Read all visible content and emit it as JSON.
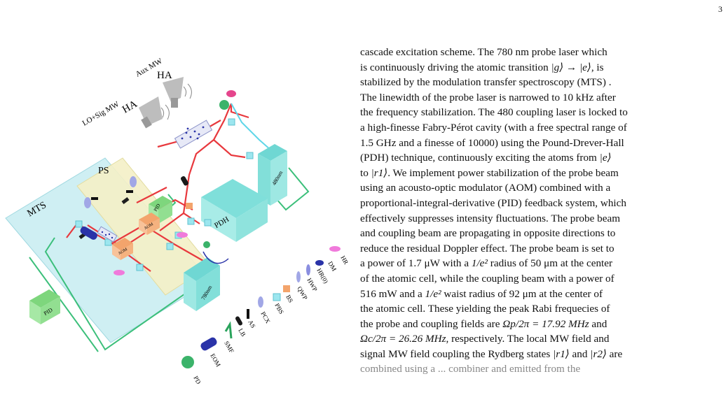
{
  "page_number": "3",
  "colors": {
    "beam": "#e8383d",
    "panel_blue": "#bfe9ef",
    "panel_yellow": "#f4f0c6",
    "box_cyan": "#8fe8e0",
    "pid_green": "#9be39a",
    "aom_orange": "#f5a873",
    "eom_blue": "#2a33a8"
  },
  "figure": {
    "labels": {
      "mts": "MTS",
      "ps": "PS",
      "pdh": "PDH",
      "box_780": "780nm",
      "box_480": "480nm",
      "pid_left": "PID",
      "pid_top": "PID",
      "aom_1": "AOM",
      "aom_2": "AOM",
      "lo_sig_mw": "LO+Sig MW",
      "aux_mw": "Aux MW",
      "ha_1": "HA",
      "ha_2": "HA"
    },
    "legend": [
      "PD",
      "EOM",
      "SMF",
      "LB",
      "AS",
      "PCX",
      "PBS",
      "BS",
      "QWP",
      "HWP",
      "HR(0)",
      "DM",
      "HR"
    ]
  },
  "text": {
    "l1": "cascade excitation scheme. The 780 nm probe laser which",
    "l2a": "is continuously driving the atomic transition ",
    "l2b": "|g⟩ → |e⟩",
    "l2c": ", is",
    "l3": "stabilized by the modulation transfer spectroscopy (MTS) .",
    "l4": "The linewidth of the probe laser is narrowed to 10 kHz after",
    "l5": "the frequency stabilization. The 480  coupling laser is locked to",
    "l6": "a high-finesse Fabry-Pérot cavity (with a free spectral range of",
    "l7": "1.5 GHz and a finesse of 10000) using the Pound-Drever-Hall",
    "l8a": "(PDH) technique, continuously exciting the atoms from ",
    "l8b": "|e⟩",
    "l9a": "to ",
    "l9b": "|r1⟩",
    "l9c": ". We implement power stabilization of the probe beam",
    "l10": "using an acousto-optic modulator (AOM) combined with a",
    "l11": "proportional-integral-derivative (PID) feedback system, which",
    "l12": "effectively suppresses intensity fluctuations. The probe beam",
    "l13": "and coupling beam are propagating in opposite directions to",
    "l14": "reduce the residual Doppler effect. The probe beam is set to",
    "l15a": "a power of 1.7 μW with a ",
    "l15b": "1/e²",
    "l15c": " radius of 50 μm at the center",
    "l16": "of the atomic cell, while the coupling beam with a power of",
    "l17a": "516 mW and a ",
    "l17b": "1/e²",
    "l17c": " waist radius of 92 μm at the center of",
    "l18": "the atomic cell. These yielding the peak Rabi frequecies of",
    "l19a": "the probe and coupling fields are ",
    "l19b": "Ωp/2π = 17.92 MHz",
    "l19c": " and",
    "l20a": "",
    "l20b": "Ωc/2π = 26.26 MHz",
    "l20c": ", respectively. The local MW field and",
    "l21a": "signal MW field coupling the Rydberg states ",
    "l21b": "|r1⟩",
    "l21c": " and ",
    "l21d": "|r2⟩",
    "l21e": " are",
    "l22": "combined using a ... combiner and emitted from the"
  }
}
